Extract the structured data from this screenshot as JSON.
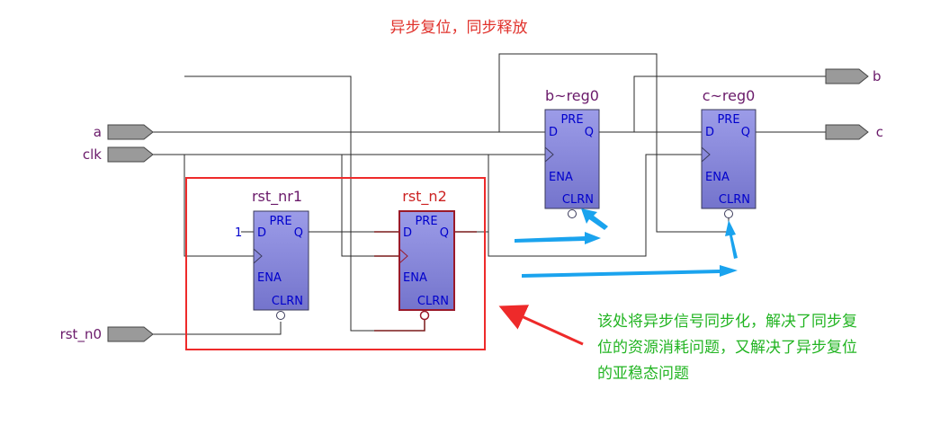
{
  "title": "异步复位，同步释放",
  "ports": {
    "a": "a",
    "clk": "clk",
    "rst_n0": "rst_n0",
    "b": "b",
    "c": "c"
  },
  "registers": {
    "rst_nr1": "rst_nr1",
    "rst_n2": "rst_n2",
    "b_reg0": "b~reg0",
    "c_reg0": "c~reg0"
  },
  "pins": {
    "pre": "PRE",
    "d": "D",
    "q": "Q",
    "ena": "ENA",
    "clrn": "CLRN",
    "const_one": "1"
  },
  "note_lines": [
    "该处将异步信号同步化，解决了同步复",
    "位的资源消耗问题，又解决了异步复位",
    "的亚稳态问题"
  ],
  "colors": {
    "wire": "#2a2a2a",
    "wire_highlight": "#7a1a1a",
    "box_fill": "#8a8ade",
    "box_border": "#3a3a5a",
    "box_border_red": "#9a1a2a",
    "port_fill": "#9a9a9a",
    "red_frame": "#ee2a2a",
    "blue_arrow": "#1aa3ee",
    "note_text": "#22b422"
  }
}
